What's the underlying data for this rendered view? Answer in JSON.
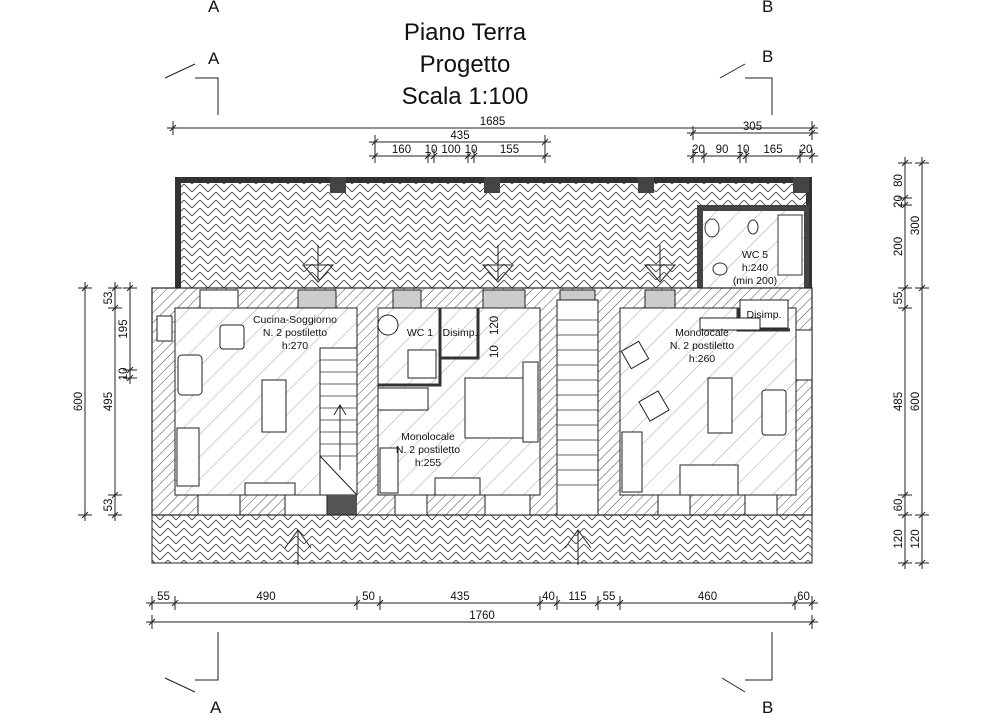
{
  "title": {
    "line1": "Piano Terra",
    "line2": "Progetto",
    "line3": "Scala 1:100"
  },
  "section_marks": {
    "a": "A",
    "b": "B"
  },
  "dims_top": {
    "overall": "1685",
    "left_group": "435",
    "left_parts": [
      "160",
      "10",
      "100",
      "10",
      "155"
    ],
    "right_group": "305",
    "right_parts": [
      "20",
      "90",
      "10",
      "165",
      "20"
    ]
  },
  "dims_bottom": {
    "parts": [
      "55",
      "490",
      "50",
      "435",
      "40",
      "115",
      "55",
      "460",
      "60"
    ],
    "overall": "1760"
  },
  "dims_left": {
    "overall": "600",
    "parts": [
      "53",
      "495",
      "53"
    ],
    "inner": [
      "195",
      "10"
    ]
  },
  "dims_right": {
    "parts": [
      "80",
      "20",
      "200",
      "55",
      "485",
      "60",
      "120"
    ],
    "totals": [
      "300",
      "600",
      "120"
    ]
  },
  "rooms": [
    {
      "name": "Cucina-Soggiorno",
      "beds": "N. 2 postiletto",
      "height": "h:270"
    },
    {
      "name": "WC 1",
      "beds": "",
      "height": ""
    },
    {
      "name": "Disimp.",
      "beds": "",
      "height": ""
    },
    {
      "name": "Monolocale",
      "beds": "N. 2 postiletto",
      "height": "h:255"
    },
    {
      "name": "WC 5",
      "beds": "h:240",
      "height": "(min 200)"
    },
    {
      "name": "Disimp.",
      "beds": "",
      "height": ""
    },
    {
      "name": "Monolocale",
      "beds": "N. 2 postiletto",
      "height": "h:260"
    }
  ],
  "inner_dims": [
    "120",
    "10"
  ]
}
